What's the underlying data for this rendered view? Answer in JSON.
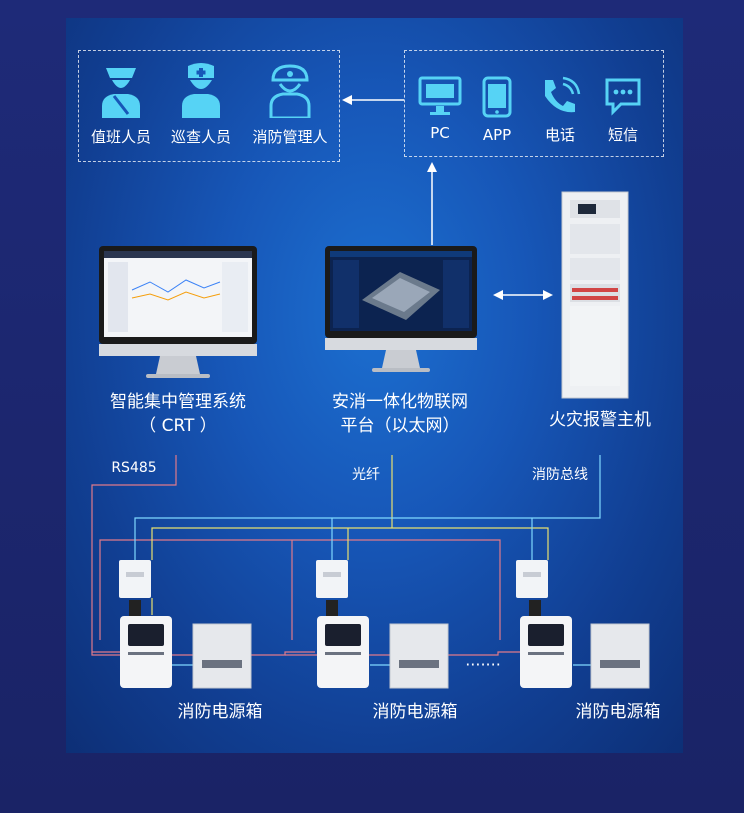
{
  "personnel": [
    {
      "label": "值班人员",
      "icon": "duty-officer-icon"
    },
    {
      "label": "巡查人员",
      "icon": "inspector-icon"
    },
    {
      "label": "消防管理人",
      "icon": "fire-manager-icon"
    }
  ],
  "channels": [
    {
      "label": "PC",
      "icon": "monitor-icon"
    },
    {
      "label": "APP",
      "icon": "smartphone-icon"
    },
    {
      "label": "电话",
      "icon": "phone-call-icon"
    },
    {
      "label": "短信",
      "icon": "sms-icon"
    }
  ],
  "crt": {
    "line1": "智能集中管理系统",
    "line2": "（ CRT ）"
  },
  "platform": {
    "line1": "安消一体化物联网",
    "line2": "平台（以太网）"
  },
  "fire_alarm": {
    "label": "火灾报警主机"
  },
  "links": {
    "rs485": "RS485",
    "fiber": "光纤",
    "fire_bus": "消防总线"
  },
  "power_box_label": "消防电源箱",
  "ellipsis": "·······",
  "colors": {
    "background": "#1a2366",
    "panel": "#1757b8",
    "wire_red": "#e07a8a",
    "wire_yellow": "#e8e070",
    "wire_cyan": "#7fd8ff"
  }
}
